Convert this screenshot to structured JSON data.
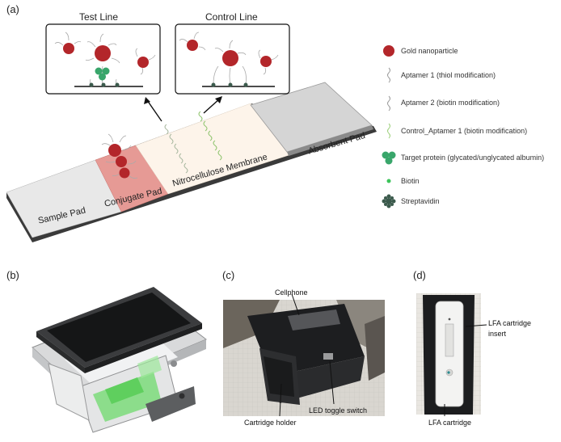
{
  "panels": {
    "a": "(a)",
    "b": "(b)",
    "c": "(c)",
    "d": "(d)"
  },
  "boxes": {
    "test_line": "Test Line",
    "control_line": "Control Line"
  },
  "strip": {
    "sample_pad": "Sample Pad",
    "conjugate_pad": "Conjugate Pad",
    "nitrocellulose": "Nitrocellulose Membrane",
    "absorbent_pad": "Absorbent Pad"
  },
  "legend": [
    {
      "label": "Gold nanoparticle",
      "icon": "gold-nanoparticle-icon",
      "color": "#b3262a"
    },
    {
      "label": "Aptamer 1 (thiol modification)",
      "icon": "aptamer-1-icon",
      "color": "#999999"
    },
    {
      "label": "Aptamer 2 (biotin modification)",
      "icon": "aptamer-2-icon",
      "color": "#999999"
    },
    {
      "label": "Control_Aptamer 1 (biotin modification)",
      "icon": "control-aptamer-icon",
      "color": "#9ccf7a"
    },
    {
      "label": "Target protein (glycated/unglycated albumin)",
      "icon": "target-protein-icon",
      "color": "#39a66b"
    },
    {
      "label": "Biotin",
      "icon": "biotin-icon",
      "color": "#3cc45a"
    },
    {
      "label": "Streptavidin",
      "icon": "streptavidin-icon",
      "color": "#3b5a4c"
    }
  ],
  "photo_c": {
    "cellphone": "Cellphone",
    "led_switch": "LED toggle switch",
    "cartridge_holder": "Cartridge holder"
  },
  "photo_d": {
    "insert": "LFA cartridge\ninsert",
    "cartridge": "LFA cartridge"
  }
}
